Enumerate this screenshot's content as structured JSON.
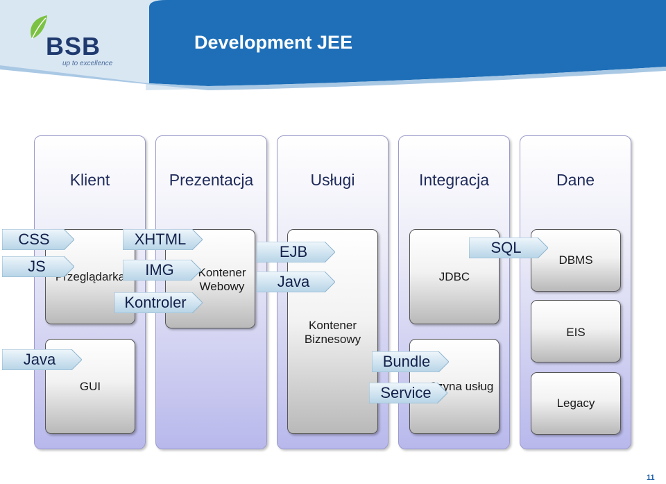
{
  "header": {
    "title": "Development JEE",
    "logo_text": "BSB",
    "logo_tagline": "up to excellence",
    "colors": {
      "band": "#1e6fb8",
      "band_light": "#d9e7f3",
      "leaf_green": "#7cc242"
    }
  },
  "columns": [
    {
      "title": "Klient"
    },
    {
      "title": "Prezentacja"
    },
    {
      "title": "Usługi"
    },
    {
      "title": "Integracja"
    },
    {
      "title": "Dane"
    }
  ],
  "boxes": {
    "przegladarka": "Przeglądarka",
    "gui": "GUI",
    "kontener_webowy_1": "Kontener",
    "kontener_webowy_2": "Webowy",
    "kontener_biznesowy_1": "Kontener",
    "kontener_biznesowy_2": "Biznesowy",
    "jdbc": "JDBC",
    "szyna_uslug": "Szyna usług",
    "dbms": "DBMS",
    "eis": "EIS",
    "legacy": "Legacy"
  },
  "tags": {
    "css": "CSS",
    "js": "JS",
    "java_klient": "Java",
    "xhtml": "XHTML",
    "img": "IMG",
    "kontroler": "Kontroler",
    "ejb": "EJB",
    "java_uslugi": "Java",
    "sql": "SQL",
    "bundle": "Bundle",
    "service": "Service"
  },
  "page_number": "11"
}
